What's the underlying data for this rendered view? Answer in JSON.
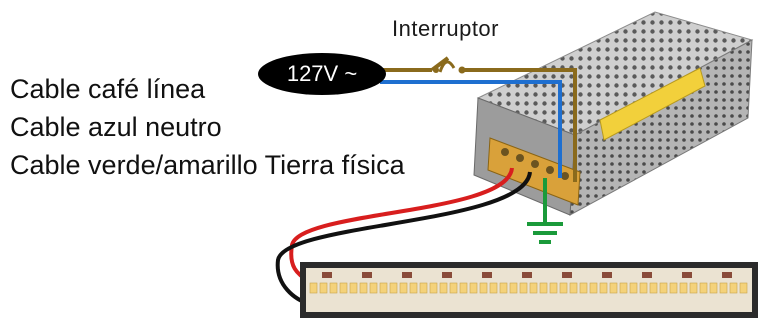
{
  "diagram": {
    "switch_label": "Interruptor",
    "voltage_label": "127V ~",
    "legend": [
      "Cable café línea",
      "Cable azul neutro",
      "Cable verde/amarillo Tierra física"
    ],
    "colors": {
      "brown_line": "#8a6a1c",
      "blue_neutral": "#1e6fd0",
      "ground_green": "#1a9a3a",
      "dc_positive": "#d81e1e",
      "dc_negative": "#111111",
      "psu_body": "#c9c9c9",
      "terminal_block": "#d9a13a",
      "led_strip": "#2b2b2b"
    },
    "icons": {
      "switch": "switch-symbol-icon",
      "ground": "ground-symbol-icon"
    }
  }
}
